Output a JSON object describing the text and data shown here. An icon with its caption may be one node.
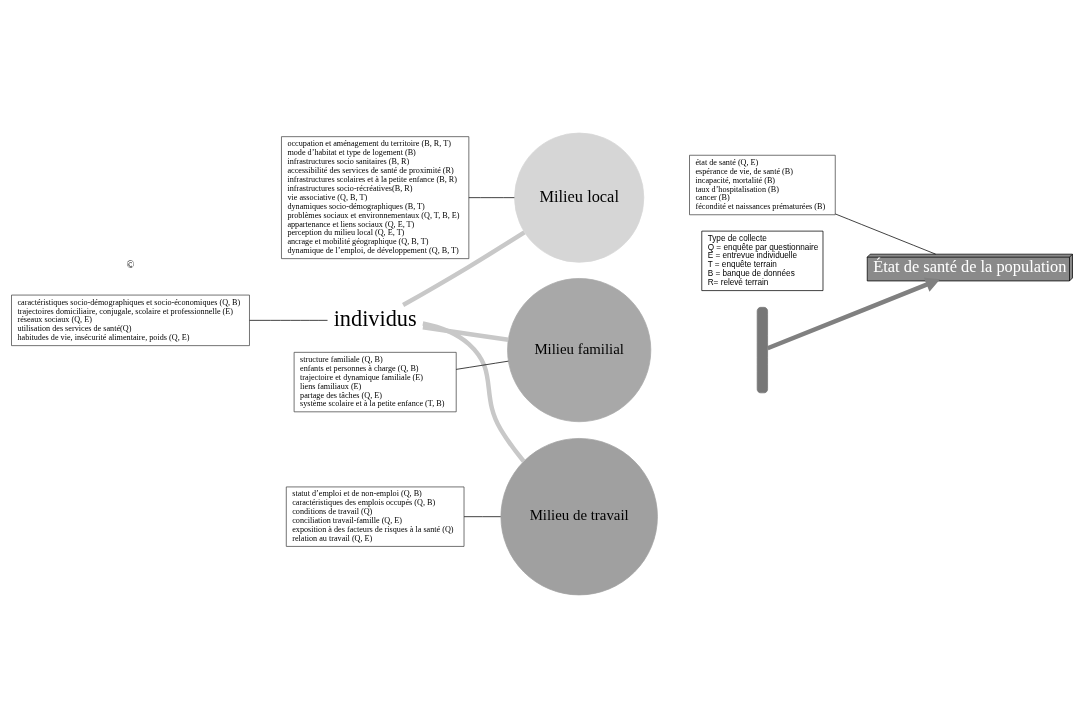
{
  "diagram": {
    "nodes": [
      {
        "text": [
          "individus"
        ]
      },
      {
        "text": [
          "Milieu local"
        ]
      },
      {
        "text": [
          "Milieu familial"
        ]
      },
      {
        "text": [
          "Milieu de travail"
        ]
      },
      {
        "text": [],
        "shape": "bar"
      },
      {
        "text": [
          "État de santé de la population"
        ]
      },
      {
        "text": [
          "structure familiale (Q, B)",
          "enfants et personnes à charge (Q, B)",
          "trajectoire et dynamique familiale (E)",
          "liens familiaux (E)",
          "partage des tâches (Q, E)",
          "système scolaire et à la petite enfance (T, B)"
        ]
      },
      {
        "text": [
          "occupation et aménagement du territoire (B, R, T)",
          "mode d’habitat et type de logement (B)",
          "infrastructures socio sanitaires (B, R)",
          "accessibilité des services de santé de proximité (R)",
          "infrastructures scolaires et à la petite enfance (B, R)",
          "infrastructures socio-récréatives(B, R)",
          "vie associative (Q, B, T)",
          "dynamiques socio-démographiques (B, T)",
          "problèmes sociaux et environnementaux (Q, T, B, E)",
          "appartenance et liens sociaux (Q, E, T)",
          "perception du milieu local (Q, E, T)",
          "ancrage et mobilité géographique (Q, B, T)",
          "dynamique de l’emploi, de développement (Q, B, T)"
        ]
      },
      {
        "text": [
          "caractéristiques socio-démographiques et socio-économiques (Q, B)",
          "trajectoires domiciliaire, conjugale, scolaire et professionnelle (E)",
          "réseaux sociaux (Q, E)",
          "utilisation des services de santé(Q)",
          "habitudes de vie, insécurité alimentaire, poids (Q, E)"
        ]
      },
      {
        "text": [
          "statut d’emploi et de non-emploi (Q, B)",
          "caractéristiques des emplois occupés (Q, B)",
          "conditions de travail (Q)",
          "conciliation travail-famille (Q, E)",
          "exposition à des facteurs de risques à la santé (Q)",
          "relation au travail (Q, E)"
        ]
      },
      {
        "text": [
          "état de santé (Q, E)",
          "espérance de vie, de santé (B)",
          "incapacité, mortalité (B)",
          "taux d’hospitalisation (B)",
          "cancer (B)",
          "fécondité et naissances prématurées (B)"
        ]
      },
      {
        "text": [
          "Type de collecte",
          "Q = enquête par questionnaire",
          "E = entrevue individuelle",
          "T = enquête terrain",
          "B = banque de données",
          "R= relevé terrain"
        ]
      }
    ],
    "edges": [
      {
        "from": 0,
        "to": 1,
        "arrow": "none",
        "style": "thick",
        "color": "#c8c8c8"
      },
      {
        "from": 0,
        "to": 2,
        "arrow": "none",
        "style": "thick",
        "color": "#c8c8c8"
      },
      {
        "from": 0,
        "to": 3,
        "arrow": "none",
        "style": "thick",
        "color": "#c8c8c8"
      },
      {
        "from": 4,
        "to": 5,
        "arrow": "to",
        "style": "thick",
        "color": "#808080"
      },
      {
        "from": 6,
        "to": 2,
        "arrow": "none"
      },
      {
        "from": 7,
        "to": 1,
        "arrow": "none"
      },
      {
        "from": 8,
        "to": 0,
        "arrow": "none"
      },
      {
        "from": 9,
        "to": 3,
        "arrow": "none"
      },
      {
        "from": 10,
        "to": 5,
        "arrow": "none"
      }
    ],
    "labels": [
      "©"
    ]
  }
}
